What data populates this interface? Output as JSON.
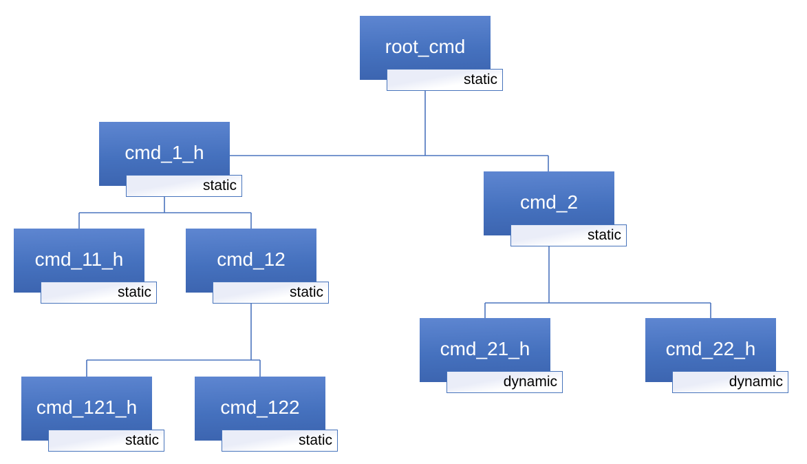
{
  "diagram": {
    "type": "hierarchy-org-chart",
    "background": "#ffffff",
    "colors": {
      "node_top": "#5e86d1",
      "node_mid": "#4571be",
      "node_bottom": "#3b63ae",
      "node_text": "#ffffff",
      "label_border": "#4673bb",
      "label_fill": "#eaedf8",
      "label_text": "#000000",
      "connector": "#4a73bd"
    },
    "nodes": [
      {
        "id": "root_cmd",
        "title": "root_cmd",
        "tag": "static",
        "parent": null
      },
      {
        "id": "cmd_1_h",
        "title": "cmd_1_h",
        "tag": "static",
        "parent": "root_cmd"
      },
      {
        "id": "cmd_2",
        "title": "cmd_2",
        "tag": "static",
        "parent": "root_cmd"
      },
      {
        "id": "cmd_11_h",
        "title": "cmd_11_h",
        "tag": "static",
        "parent": "cmd_1_h"
      },
      {
        "id": "cmd_12",
        "title": "cmd_12",
        "tag": "static",
        "parent": "cmd_1_h"
      },
      {
        "id": "cmd_121_h",
        "title": "cmd_121_h",
        "tag": "static",
        "parent": "cmd_12"
      },
      {
        "id": "cmd_122",
        "title": "cmd_122",
        "tag": "static",
        "parent": "cmd_12"
      },
      {
        "id": "cmd_21_h",
        "title": "cmd_21_h",
        "tag": "dynamic",
        "parent": "cmd_2"
      },
      {
        "id": "cmd_22_h",
        "title": "cmd_22_h",
        "tag": "dynamic",
        "parent": "cmd_2"
      }
    ]
  }
}
